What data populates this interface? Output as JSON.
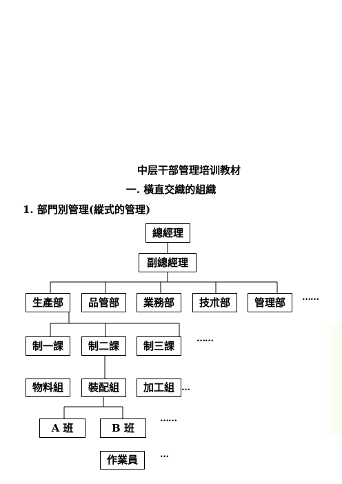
{
  "document": {
    "title": "中层干部管理培训教材",
    "section_heading": "一.  橫直交織的組織",
    "subsection_heading": "1. 部門別管理(縱式的管理)"
  },
  "org_chart": {
    "level1": "總經理",
    "level2": "副總經理",
    "level3": {
      "items": [
        "生產部",
        "品管部",
        "業務部",
        "技朮部",
        "管理部"
      ],
      "ellipsis": "……"
    },
    "level4": {
      "items": [
        "制一課",
        "制二課",
        "制三課"
      ],
      "ellipsis": "……"
    },
    "level5": {
      "items": [
        "物料組",
        "裝配組",
        "加工組"
      ],
      "ellipsis": "…"
    },
    "level6": {
      "items": [
        "A 班",
        "B 班"
      ],
      "ellipsis": "……"
    },
    "level7": {
      "items": [
        "作業員"
      ],
      "ellipsis": "…"
    }
  }
}
